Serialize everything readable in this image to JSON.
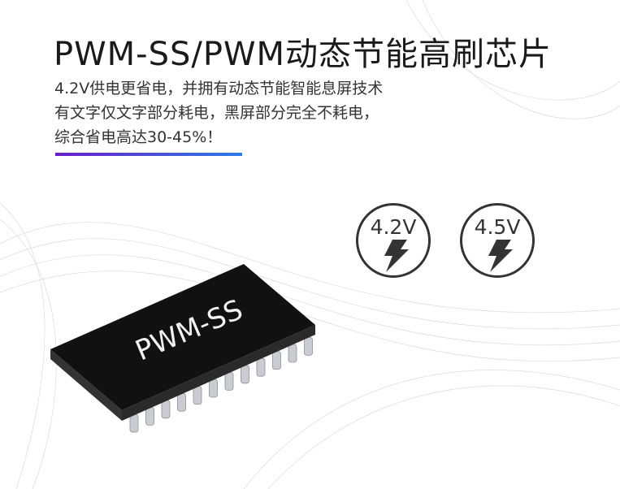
{
  "title": "PWM-SS/PWM动态节能高刷芯片",
  "description": [
    "4.2V供电更省电，并拥有动态节能智能息屏技术",
    "有文字仅文字部分耗电，黑屏部分完全不耗电，",
    "综合省电高达30-45%！"
  ],
  "badges": [
    "4.2V",
    "4.5V"
  ],
  "chip_label": "PWM-SS",
  "accent": {
    "bar_start": "#6a1fc9",
    "bar_end": "#2d7be8"
  }
}
